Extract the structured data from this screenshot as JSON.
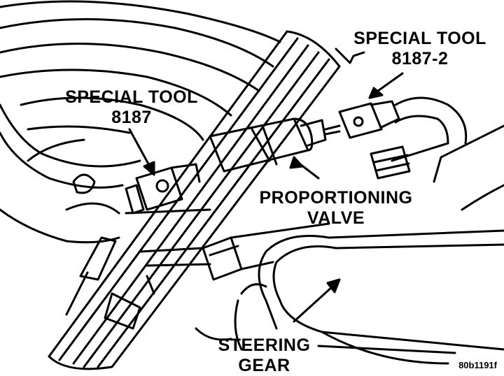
{
  "labels": {
    "special_tool_2": {
      "line1": "SPECIAL TOOL",
      "line2": "8187-2"
    },
    "special_tool_1": {
      "line1": "SPECIAL TOOL",
      "line2": "8187"
    },
    "proportioning_valve": {
      "line1": "PROPORTIONING",
      "line2": "VALVE"
    },
    "steering_gear": {
      "line1": "STEERING",
      "line2": "GEAR"
    },
    "figure_code": "80b1191f"
  },
  "colors": {
    "ink": "#000000",
    "paper": "#ffffff"
  }
}
